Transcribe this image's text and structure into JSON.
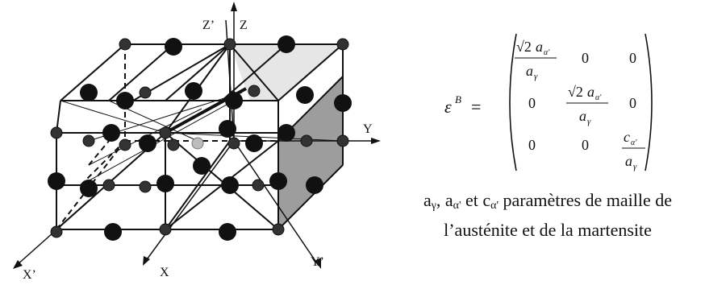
{
  "axes": {
    "z_prime": "Z’",
    "z": "Z",
    "y": "Y",
    "x_prime": "X’",
    "x": "X",
    "y_prime": "Y’"
  },
  "equation": {
    "lhs_symbol": "ε",
    "lhs_superscript": "B",
    "equals": "=",
    "sqrt_two": "√2",
    "a": "a",
    "alpha_prime": "α'",
    "gamma": "γ",
    "c": "c",
    "zero": "0"
  },
  "caption": {
    "line1_pre": "a",
    "sub_gamma": "γ",
    "line1_mid": ", a",
    "sub_alpha": "α'",
    "line1_et": " et c",
    "line1_post": " paramètres de maille de",
    "line2": "l’austénite et de la martensite"
  },
  "colors": {
    "ink": "#111111",
    "face_shade": "#8c8c8c",
    "top_shade": "#d6d6d6"
  }
}
